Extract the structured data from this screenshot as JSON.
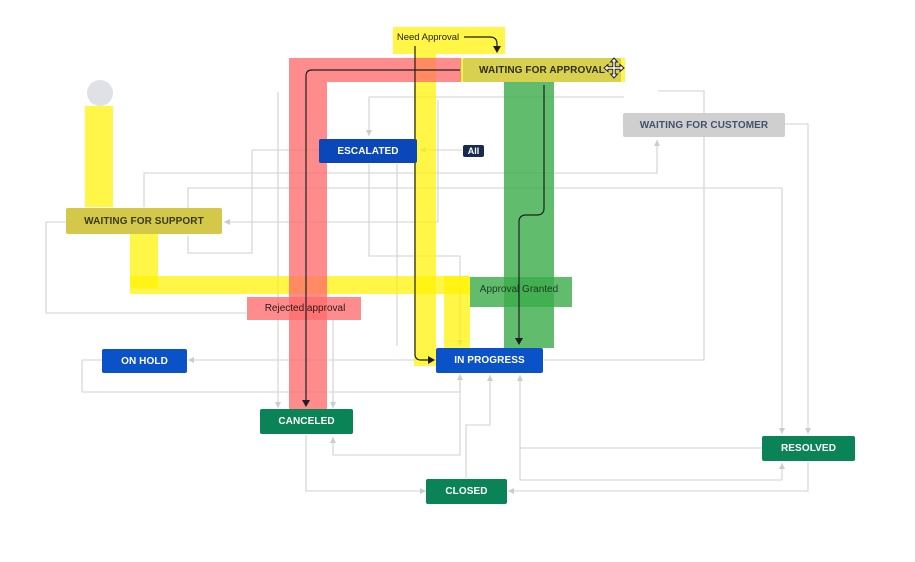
{
  "statuses": {
    "waiting_for_approval": "WAITING FOR APPROVAL",
    "waiting_for_customer": "WAITING FOR CUSTOMER",
    "escalated": "ESCALATED",
    "waiting_for_support": "WAITING FOR SUPPORT",
    "on_hold": "ON HOLD",
    "in_progress": "IN PROGRESS",
    "canceled": "CANCELED",
    "resolved": "RESOLVED",
    "closed": "CLOSED"
  },
  "transitions": {
    "need_approval": "Need Approval",
    "approval_granted": "Approval Granted",
    "rejected_approval": "Rejected approval",
    "all_badge": "All"
  },
  "colors": {
    "highlight_yellow": "#fff200",
    "highlight_red": "#ff6b6b",
    "highlight_green": "#3bab4a",
    "connector_grey": "#d0d2d6",
    "connector_dark": "#1f1f1f",
    "status_blue": "#0b52c9",
    "status_green": "#0a8457",
    "status_grey": "#cfcfcf"
  },
  "icons": {
    "start": "start-circle-icon",
    "move": "move-arrows-icon"
  }
}
